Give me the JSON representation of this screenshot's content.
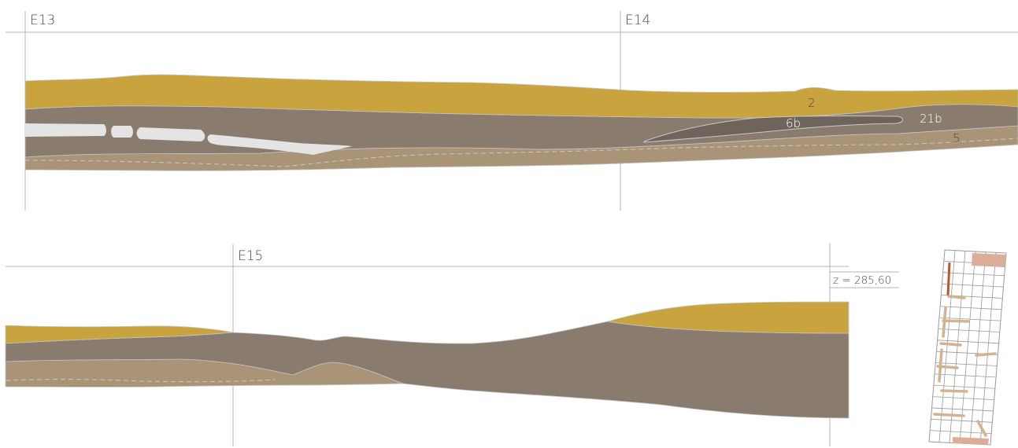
{
  "grid_labels": {
    "e13": "E13",
    "e14": "E14",
    "e15": "E15"
  },
  "layer_labels": {
    "l2": "2",
    "l6b": "6b",
    "l21b": "21b",
    "l5": "5"
  },
  "reference_level": "z = 285,60",
  "colors": {
    "ochre_layer": "#c9a43e",
    "brown_layer": "#8a7b6f",
    "tan_layer": "#a99478",
    "dark_lens": "#6f645b",
    "light_inclusion": "#e4e4e4",
    "grid_line": "#b4b4b4",
    "plan_highlight": "#dcae9a",
    "plan_section_line": "#b5582e",
    "plan_stone": "#d1b48f"
  }
}
